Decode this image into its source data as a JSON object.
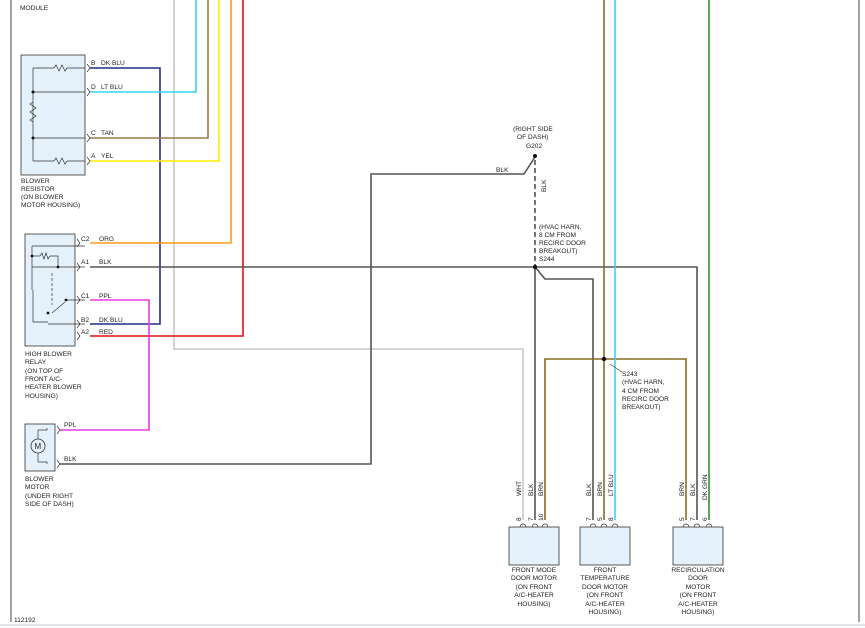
{
  "labels": {
    "module_top": "MODULE",
    "figure_id": "112192",
    "resistor": [
      "BLOWER",
      "RESISTOR",
      "(ON BLOWER",
      "MOTOR HOUSING)"
    ],
    "relay": [
      "HIGH BLOWER",
      "RELAY",
      "(ON TOP OF",
      "FRONT A/C-",
      "HEATER BLOWER",
      "HOUSING)"
    ],
    "motor": [
      "BLOWER",
      "MOTOR",
      "(UNDER RIGHT",
      "SIDE OF DASH)"
    ],
    "motor_symbol": "M",
    "g202": [
      "(RIGHT SIDE",
      "OF DASH)",
      "G202"
    ],
    "s244": [
      "(HVAC HARN,",
      "8 CM FROM",
      "RECIRC DOOR",
      "BREAKOUT)",
      "S244"
    ],
    "s243": [
      "S243",
      "(HVAC HARN,",
      "4 CM FROM",
      "RECIRC DOOR",
      "BREAKOUT)"
    ],
    "front_mode": [
      "FRONT MODE",
      "DOOR MOTOR",
      "(ON FRONT",
      "A/C-HEATER",
      "HOUSING)"
    ],
    "front_temp": [
      "FRONT",
      "TEMPERATURE",
      "DOOR MOTOR",
      "(ON FRONT",
      "A/C-HEATER",
      "HOUSING)"
    ],
    "recirc": [
      "RECIRCULATION",
      "DOOR",
      "MOTOR",
      "(ON FRONT",
      "A/C-HEATER",
      "HOUSING)"
    ]
  },
  "resistor_pins": [
    {
      "pin": "B",
      "wire": "DK BLU"
    },
    {
      "pin": "D",
      "wire": "LT BLU"
    },
    {
      "pin": "C",
      "wire": "TAN"
    },
    {
      "pin": "A",
      "wire": "YEL"
    }
  ],
  "relay_pins": [
    {
      "pin": "C2",
      "wire": "ORG"
    },
    {
      "pin": "A1",
      "wire": "BLK"
    },
    {
      "pin": "C1",
      "wire": "PPL"
    },
    {
      "pin": "B2",
      "wire": "DK BLU"
    },
    {
      "pin": "A2",
      "wire": "RED"
    }
  ],
  "motor_wires": [
    "PPL",
    "BLK"
  ],
  "ground_wires": [
    "BLK",
    "BLK"
  ],
  "front_mode_pins": [
    {
      "pin": "8",
      "wire": "WHT"
    },
    {
      "pin": "7",
      "wire": "BLK"
    },
    {
      "pin": "10",
      "wire": "BRN"
    }
  ],
  "front_temp_pins": [
    {
      "pin": "7",
      "wire": "BLK"
    },
    {
      "pin": "5",
      "wire": "BRN"
    },
    {
      "pin": "8",
      "wire": "LT BLU"
    }
  ],
  "recirc_pins": [
    {
      "pin": "5",
      "wire": "BRN"
    },
    {
      "pin": "7",
      "wire": "BLK"
    },
    {
      "pin": "6",
      "wire": "DK GRN"
    }
  ],
  "colors": {
    "dk_blu": "#1f2d8a",
    "lt_blu": "#39d4ee",
    "tan": "#9b7a4e",
    "yel": "#ffee00",
    "org": "#ff9a1a",
    "red": "#e01010",
    "blk": "#555555",
    "ppl": "#e83be0",
    "wht": "#c8c8c8",
    "brn": "#8b6a1f",
    "dk_grn": "#2f8f2f",
    "component_fill": "#e4f1fb"
  }
}
